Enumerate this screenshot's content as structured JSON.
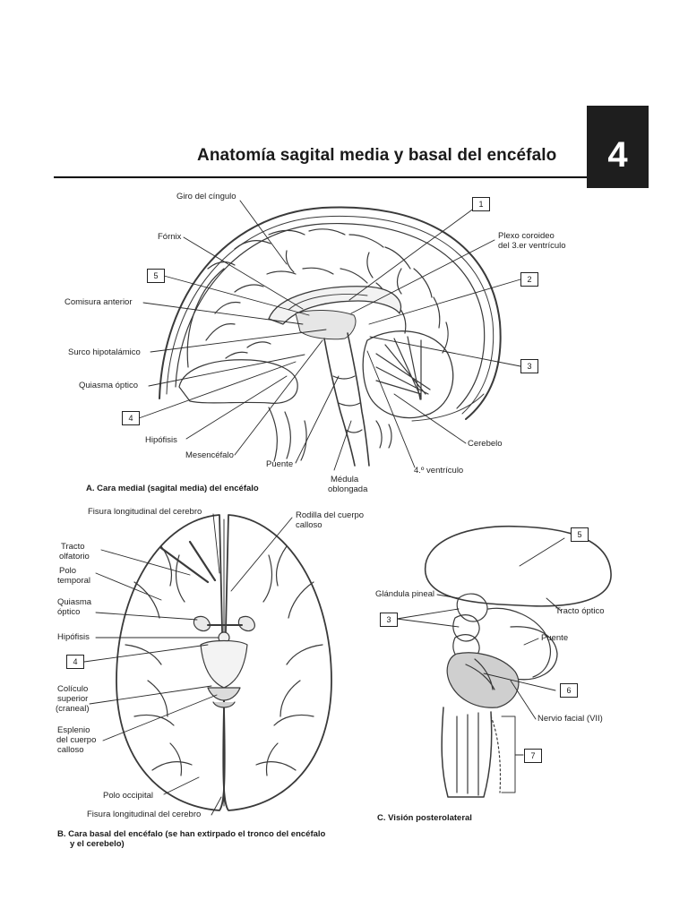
{
  "header": {
    "title": "Anatomía sagital media y basal del encéfalo",
    "chapter_number": "4"
  },
  "panel_a": {
    "caption": "A. Cara medial (sagital media) del encéfalo",
    "labels": {
      "giro_cingulo": "Giro del cíngulo",
      "fornix": "Fórnix",
      "comisura_anterior": "Comisura anterior",
      "surco_hipotalamico": "Surco hipotalámico",
      "quiasma_optico": "Quiasma óptico",
      "hipofisis": "Hipófisis",
      "mesencefalo": "Mesencéfalo",
      "puente": "Puente",
      "medula_line1": "Médula",
      "medula_line2": "oblongada",
      "cuarto_ventriculo": "4.º ventrículo",
      "cerebelo": "Cerebelo",
      "plexo_line1": "Plexo coroideo",
      "plexo_line2": "del 3.er ventrículo"
    },
    "boxes": {
      "b1": "1",
      "b2": "2",
      "b3": "3",
      "b4": "4",
      "b5": "5"
    }
  },
  "panel_b": {
    "caption_line1": "B. Cara basal del encéfalo (se han extirpado el tronco del encéfalo",
    "caption_line2": "y el cerebelo)",
    "labels": {
      "fisura_sup": "Fisura longitudinal del cerebro",
      "rodilla_line1": "Rodilla del cuerpo",
      "rodilla_line2": "calloso",
      "tracto_line1": "Tracto",
      "tracto_line2": "olfatorio",
      "polo_temp_line1": "Polo",
      "polo_temp_line2": "temporal",
      "quiasma_line1": "Quiasma",
      "quiasma_line2": "óptico",
      "hipofisis": "Hipófisis",
      "coliculo_line1": "Colículo",
      "coliculo_line2": "superior",
      "coliculo_line3": "(craneal)",
      "esplenio_line1": "Esplenio",
      "esplenio_line2": "del cuerpo",
      "esplenio_line3": "calloso",
      "polo_occipital": "Polo occipital",
      "fisura_inf": "Fisura longitudinal del cerebro"
    },
    "boxes": {
      "b4": "4"
    }
  },
  "panel_c": {
    "caption": "C. Visión posterolateral",
    "labels": {
      "glandula_pineal": "Glándula pineal",
      "tracto_optico": "Tracto óptico",
      "puente": "Puente",
      "nervio_facial": "Nervio facial (VII)"
    },
    "boxes": {
      "b3": "3",
      "b5": "5",
      "b6": "6",
      "b7": "7"
    }
  }
}
